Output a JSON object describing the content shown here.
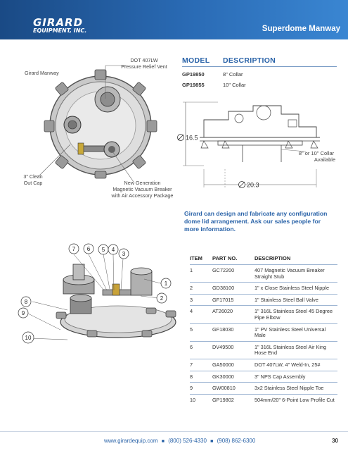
{
  "header": {
    "logo_main": "GIRARD",
    "logo_sub": "EQUIPMENT, INC.",
    "title": "Superdome Manway"
  },
  "top_labels": {
    "girard_manway": "Girard Manway",
    "relief_vent": [
      "DOT 407LW",
      "Pressure Relief Vent"
    ],
    "clean_out": [
      "3\" Clean",
      "Out Cap"
    ],
    "vacuum_breaker": [
      "New Generation",
      "Magnetic Vacuum Breaker",
      "with Air Accessory Package"
    ]
  },
  "models": {
    "headers": [
      "MODEL",
      "DESCRIPTION"
    ],
    "rows": [
      {
        "model": "GP19850",
        "description": "8\" Collar"
      },
      {
        "model": "GP19855",
        "description": "10\" Collar"
      }
    ]
  },
  "dimensions": {
    "height": "16.5",
    "width": "20.3",
    "collar_note": [
      "8\" or 10\" Collar",
      "Available"
    ]
  },
  "blurb": "Girard can design and fabricate any configuration dome lid arrangement. Ask our sales people for more information.",
  "parts": {
    "headers": [
      "ITEM",
      "PART NO.",
      "DESCRIPTION"
    ],
    "rows": [
      {
        "item": "1",
        "part": "GC72200",
        "desc": "407 Magnetic Vacuum Breaker Straight Stub"
      },
      {
        "item": "2",
        "part": "GD38100",
        "desc": "1\" x Close Stainless Steel Nipple"
      },
      {
        "item": "3",
        "part": "GF17015",
        "desc": "1\" Stainless Steel Ball Valve"
      },
      {
        "item": "4",
        "part": "AT26020",
        "desc": "1\" 316L Stainless Steel 45 Degree Pipe Elbow"
      },
      {
        "item": "5",
        "part": "GF18030",
        "desc": "1\" PV Stainless Steel Universal Male"
      },
      {
        "item": "6",
        "part": "DV49500",
        "desc": "1\" 316L Stainless Steel Air King Hose End"
      },
      {
        "item": "7",
        "part": "GA50000",
        "desc": "DOT 407LW, 4\" Weld-In, 25#"
      },
      {
        "item": "8",
        "part": "GK30000",
        "desc": "3\" NPS Cap Assembly"
      },
      {
        "item": "9",
        "part": "GW00810",
        "desc": "3x2 Stainless Steel Nipple Toe"
      },
      {
        "item": "10",
        "part": "GP19802",
        "desc": "504mm/20\" 6-Point Low Profile Cut"
      }
    ]
  },
  "callouts": [
    "1",
    "2",
    "3",
    "4",
    "5",
    "6",
    "7",
    "8",
    "9",
    "10"
  ],
  "footer": {
    "url": "www.girardequip.com",
    "phone1": "(800) 526-4330",
    "phone2": "(908) 862-6300",
    "page": "30"
  }
}
